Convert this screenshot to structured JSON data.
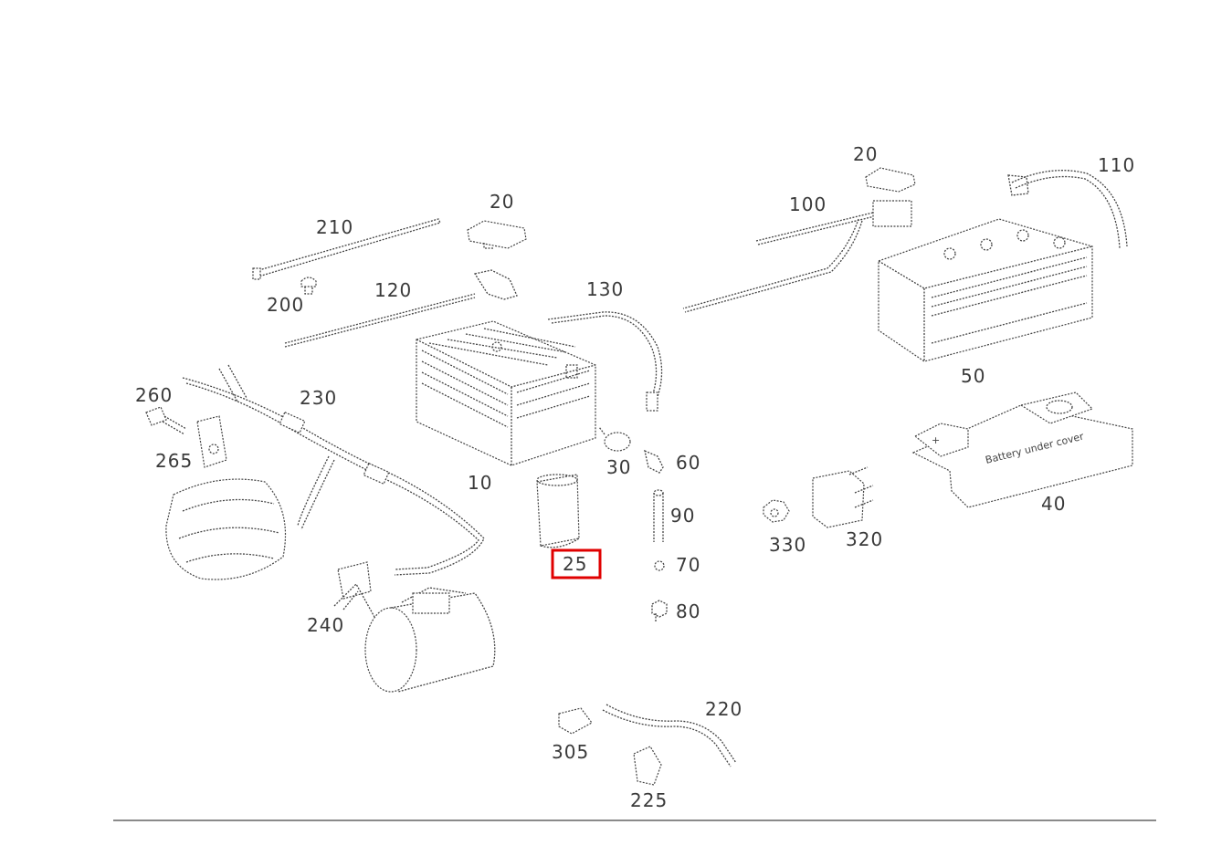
{
  "diagram": {
    "highlighted_part": "25",
    "highlight_color": "#e00000",
    "labels": {
      "p10": "10",
      "p20a": "20",
      "p20b": "20",
      "p25": "25",
      "p30": "30",
      "p40": "40",
      "p50": "50",
      "p60": "60",
      "p70": "70",
      "p80": "80",
      "p90": "90",
      "p100": "100",
      "p110": "110",
      "p120": "120",
      "p130": "130",
      "p200": "200",
      "p210": "210",
      "p220": "220",
      "p225": "225",
      "p230": "230",
      "p240": "240",
      "p260": "260",
      "p265": "265",
      "p305": "305",
      "p320": "320",
      "p330": "330"
    },
    "cover_text": "Battery under cover",
    "plus_symbol": "+"
  }
}
